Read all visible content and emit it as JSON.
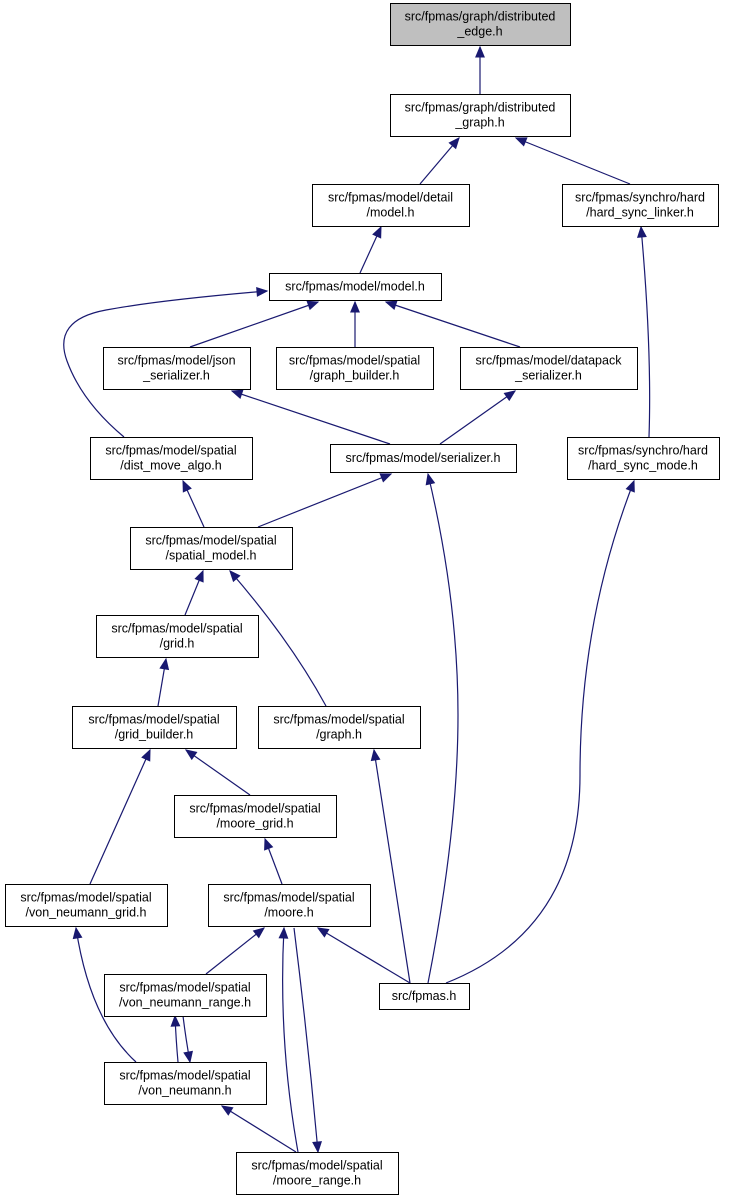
{
  "colors": {
    "edge": "#191970",
    "node_fill": "#ffffff",
    "root_fill": "#bfbfbf",
    "node_border": "#000000"
  },
  "nodes": [
    {
      "id": "distributed_edge",
      "lines": [
        "src/fpmas/graph/distributed",
        "_edge.h"
      ],
      "highlight": true
    },
    {
      "id": "distributed_graph",
      "lines": [
        "src/fpmas/graph/distributed",
        "_graph.h"
      ]
    },
    {
      "id": "detail_model",
      "lines": [
        "src/fpmas/model/detail",
        "/model.h"
      ]
    },
    {
      "id": "hard_sync_linker",
      "lines": [
        "src/fpmas/synchro/hard",
        "/hard_sync_linker.h"
      ]
    },
    {
      "id": "model",
      "lines": [
        "src/fpmas/model/model.h"
      ]
    },
    {
      "id": "json_serializer",
      "lines": [
        "src/fpmas/model/json",
        "_serializer.h"
      ]
    },
    {
      "id": "graph_builder",
      "lines": [
        "src/fpmas/model/spatial",
        "/graph_builder.h"
      ]
    },
    {
      "id": "datapack_serializer",
      "lines": [
        "src/fpmas/model/datapack",
        "_serializer.h"
      ]
    },
    {
      "id": "dist_move_algo",
      "lines": [
        "src/fpmas/model/spatial",
        "/dist_move_algo.h"
      ]
    },
    {
      "id": "serializer",
      "lines": [
        "src/fpmas/model/serializer.h"
      ]
    },
    {
      "id": "hard_sync_mode",
      "lines": [
        "src/fpmas/synchro/hard",
        "/hard_sync_mode.h"
      ]
    },
    {
      "id": "spatial_model",
      "lines": [
        "src/fpmas/model/spatial",
        "/spatial_model.h"
      ]
    },
    {
      "id": "grid",
      "lines": [
        "src/fpmas/model/spatial",
        "/grid.h"
      ]
    },
    {
      "id": "grid_builder",
      "lines": [
        "src/fpmas/model/spatial",
        "/grid_builder.h"
      ]
    },
    {
      "id": "spatial_graph",
      "lines": [
        "src/fpmas/model/spatial",
        "/graph.h"
      ]
    },
    {
      "id": "moore_grid",
      "lines": [
        "src/fpmas/model/spatial",
        "/moore_grid.h"
      ]
    },
    {
      "id": "von_neumann_grid",
      "lines": [
        "src/fpmas/model/spatial",
        "/von_neumann_grid.h"
      ]
    },
    {
      "id": "moore",
      "lines": [
        "src/fpmas/model/spatial",
        "/moore.h"
      ]
    },
    {
      "id": "von_neumann_range",
      "lines": [
        "src/fpmas/model/spatial",
        "/von_neumann_range.h"
      ]
    },
    {
      "id": "fpmas",
      "lines": [
        "src/fpmas.h"
      ]
    },
    {
      "id": "von_neumann",
      "lines": [
        "src/fpmas/model/spatial",
        "/von_neumann.h"
      ]
    },
    {
      "id": "moore_range",
      "lines": [
        "src/fpmas/model/spatial",
        "/moore_range.h"
      ]
    }
  ],
  "edges": [
    {
      "from": "distributed_graph",
      "to": "distributed_edge"
    },
    {
      "from": "detail_model",
      "to": "distributed_graph"
    },
    {
      "from": "hard_sync_linker",
      "to": "distributed_graph"
    },
    {
      "from": "model",
      "to": "detail_model"
    },
    {
      "from": "hard_sync_mode",
      "to": "hard_sync_linker"
    },
    {
      "from": "json_serializer",
      "to": "model"
    },
    {
      "from": "graph_builder",
      "to": "model"
    },
    {
      "from": "datapack_serializer",
      "to": "model"
    },
    {
      "from": "dist_move_algo",
      "to": "model"
    },
    {
      "from": "serializer",
      "to": "json_serializer"
    },
    {
      "from": "serializer",
      "to": "datapack_serializer"
    },
    {
      "from": "spatial_model",
      "to": "dist_move_algo"
    },
    {
      "from": "spatial_model",
      "to": "serializer"
    },
    {
      "from": "fpmas",
      "to": "serializer"
    },
    {
      "from": "fpmas",
      "to": "hard_sync_mode"
    },
    {
      "from": "grid",
      "to": "spatial_model"
    },
    {
      "from": "spatial_graph",
      "to": "spatial_model"
    },
    {
      "from": "grid_builder",
      "to": "grid"
    },
    {
      "from": "moore_grid",
      "to": "grid_builder"
    },
    {
      "from": "von_neumann_grid",
      "to": "grid_builder"
    },
    {
      "from": "fpmas",
      "to": "spatial_graph"
    },
    {
      "from": "moore",
      "to": "moore_grid"
    },
    {
      "from": "von_neumann",
      "to": "von_neumann_grid"
    },
    {
      "from": "von_neumann_range",
      "to": "moore"
    },
    {
      "from": "moore_range",
      "to": "moore"
    },
    {
      "from": "moore",
      "to": "moore_range"
    },
    {
      "from": "fpmas",
      "to": "moore"
    },
    {
      "from": "von_neumann",
      "to": "von_neumann_range"
    },
    {
      "from": "von_neumann_range",
      "to": "von_neumann"
    },
    {
      "from": "moore_range",
      "to": "von_neumann"
    }
  ]
}
